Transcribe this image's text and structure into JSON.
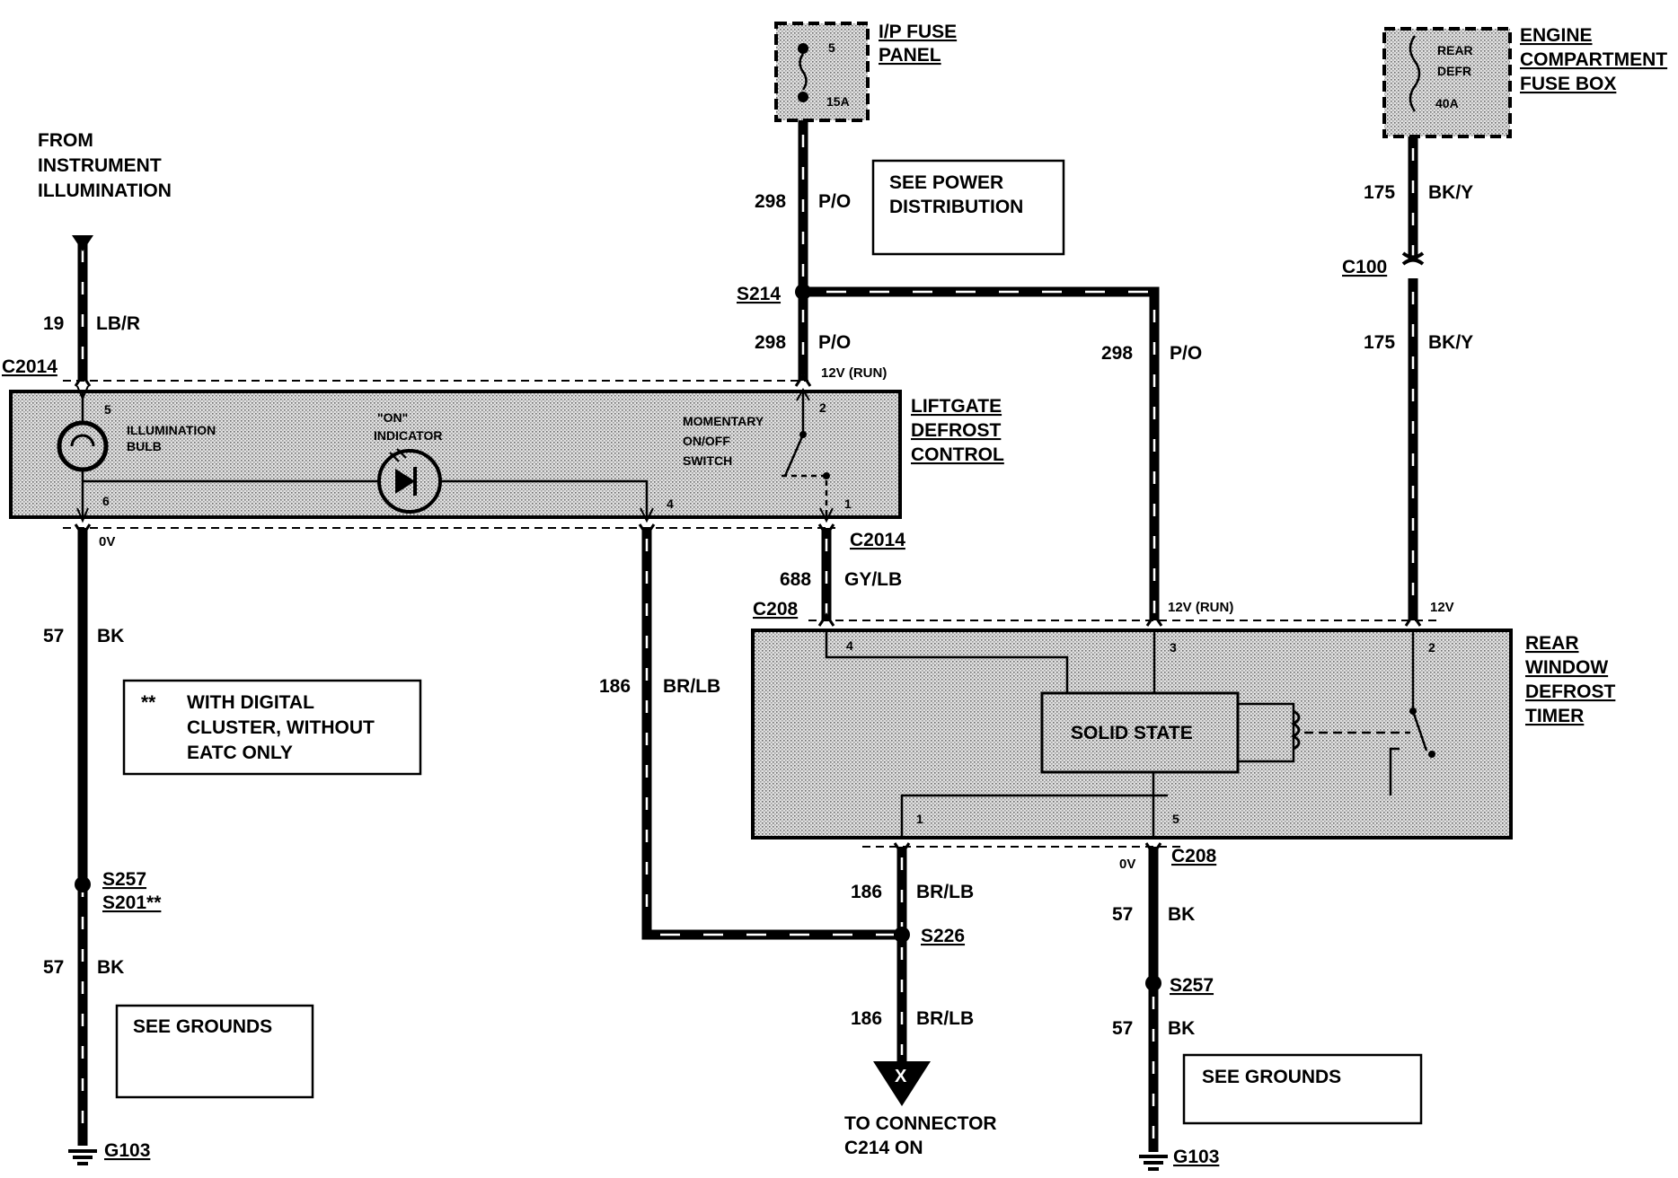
{
  "source_label": [
    "FROM",
    "INSTRUMENT",
    "ILLUMINATION"
  ],
  "fuse_panel": {
    "label": [
      "I/P FUSE",
      "PANEL"
    ],
    "fuse_number": "5",
    "rating": "15A"
  },
  "engine_fuse_box": {
    "label": [
      "ENGINE",
      "COMPARTMENT",
      "FUSE BOX"
    ],
    "fuse_name": [
      "REAR",
      "DEFR"
    ],
    "rating": "40A"
  },
  "notes": {
    "power": [
      "SEE POWER",
      "DISTRIBUTION"
    ],
    "digital": {
      "mark": "**",
      "lines": [
        "WITH DIGITAL",
        "CLUSTER, WITHOUT",
        "EATC ONLY"
      ]
    },
    "grounds_left": "SEE GROUNDS",
    "grounds_right": "SEE GROUNDS"
  },
  "circuits": {
    "c298a": {
      "number": "298",
      "color": "P/O"
    },
    "c298b": {
      "number": "298",
      "color": "P/O"
    },
    "c298c": {
      "number": "298",
      "color": "P/O"
    },
    "c175a": {
      "number": "175",
      "color": "BK/Y"
    },
    "c175b": {
      "number": "175",
      "color": "BK/Y"
    },
    "c19": {
      "number": "19",
      "color": "LB/R"
    },
    "c57a": {
      "number": "57",
      "color": "BK"
    },
    "c57b": {
      "number": "57",
      "color": "BK"
    },
    "c57c": {
      "number": "57",
      "color": "BK"
    },
    "c57d": {
      "number": "57",
      "color": "BK"
    },
    "c688": {
      "number": "688",
      "color": "GY/LB"
    },
    "c186a": {
      "number": "186",
      "color": "BR/LB"
    },
    "c186b": {
      "number": "186",
      "color": "BR/LB"
    },
    "c186c": {
      "number": "186",
      "color": "BR/LB"
    }
  },
  "splices": {
    "s214": "S214",
    "s257a": "S257",
    "s201": "S201**",
    "s226": "S226",
    "s257b": "S257"
  },
  "connectors": {
    "c100": "C100",
    "c2014_top": "C2014",
    "c2014_bottom": "C2014",
    "c208_top": "C208",
    "c208_bottom": "C208"
  },
  "grounds": {
    "left": "G103",
    "right": "G103"
  },
  "voltages": {
    "liftgate_run": "12V (RUN)",
    "liftgate_zero": "0V",
    "timer_run": "12V (RUN)",
    "timer_batt": "12V",
    "timer_zero": "0V"
  },
  "liftgate_control": {
    "label": [
      "LIFTGATE",
      "DEFROST",
      "CONTROL"
    ],
    "bulb_label": [
      "ILLUMINATION",
      "BULB"
    ],
    "indicator_label": [
      "\"ON\"",
      "INDICATOR"
    ],
    "switch_label": [
      "MOMENTARY",
      "ON/OFF",
      "SWITCH"
    ],
    "pins": {
      "p5": "5",
      "p6": "6",
      "p2": "2",
      "p4": "4",
      "p1": "1"
    }
  },
  "timer": {
    "label": [
      "REAR",
      "WINDOW",
      "DEFROST",
      "TIMER"
    ],
    "solid_state": "SOLID STATE",
    "pins": {
      "p4": "4",
      "p3": "3",
      "p2": "2",
      "p1": "1",
      "p5": "5"
    }
  },
  "destination": {
    "marker": "X",
    "lines": [
      "TO CONNECTOR",
      "C214 ON"
    ]
  }
}
